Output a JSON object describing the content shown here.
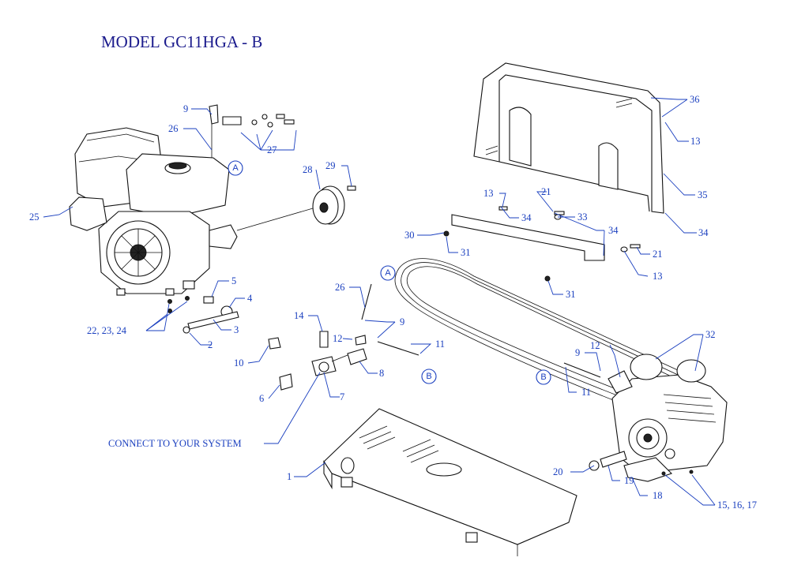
{
  "title": "MODEL GC11HGA - B",
  "connect_label": "CONNECT TO YOUR SYSTEM",
  "bubbles": {
    "a1": "A",
    "a2": "A",
    "b1": "B",
    "b2": "B"
  },
  "callouts": {
    "c1": "1",
    "c2": "2",
    "c3": "3",
    "c4": "4",
    "c5": "5",
    "c6": "6",
    "c7": "7",
    "c8": "8",
    "c9a": "9",
    "c9b": "9",
    "c9c": "9",
    "c10": "10",
    "c11a": "11",
    "c11b": "11",
    "c12a": "12",
    "c12b": "12",
    "c13a": "13",
    "c13b": "13",
    "c13c": "13",
    "c14": "14",
    "c15": "15, 16, 17",
    "c18": "18",
    "c19": "19",
    "c20": "20",
    "c21a": "21",
    "c21b": "21",
    "c22": "22, 23, 24",
    "c25": "25",
    "c26a": "26",
    "c26b": "26",
    "c27": "27",
    "c28": "28",
    "c29": "29",
    "c30": "30",
    "c31a": "31",
    "c31b": "31",
    "c32": "32",
    "c33": "33",
    "c34a": "34",
    "c34b": "34",
    "c34c": "34",
    "c35": "35",
    "c36": "36"
  }
}
